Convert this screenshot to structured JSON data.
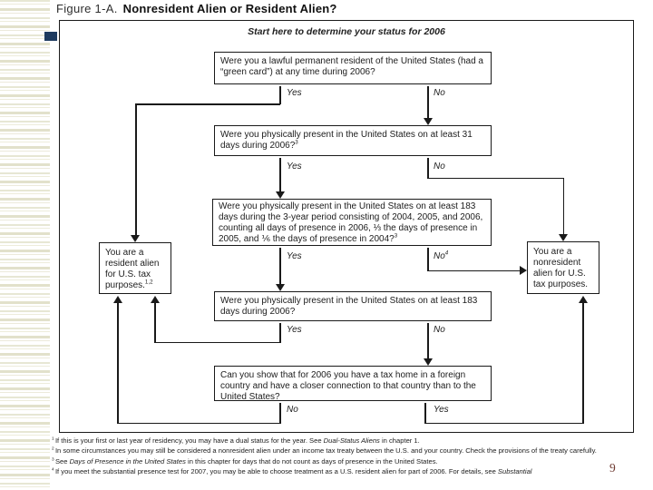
{
  "slide": {
    "figure_label": "Figure 1-A.",
    "figure_title": "Nonresident Alien or Resident Alien?",
    "page_number": "9",
    "colors": {
      "accent_square": "#1d3a5f",
      "stripe": "#e6e6d2",
      "flowchart_line": "#1a1a1a",
      "page_number": "#6e3a31"
    }
  },
  "flowchart": {
    "start_text": "Start here to determine your status for 2006",
    "boxes": {
      "q1": [
        {
          "t": "Were you a lawful permanent resident of the United States (had a “green card”) at any time during 2006?"
        }
      ],
      "q2": [
        {
          "t": "Were you physically present in the United States on at least 31 days during 2006?"
        },
        {
          "t": "3",
          "sup": true
        }
      ],
      "q3": [
        {
          "t": "Were you physically present in the United States on at least 183 days during the 3-year period consisting of 2004, 2005, and 2006, counting all days of presence in 2006, ⅓ the days of presence in 2005, and ⅙ the days of presence in 2004?"
        },
        {
          "t": "3",
          "sup": true
        }
      ],
      "q4": [
        {
          "t": "Were you physically present in the United States on at least 183 days during 2006?"
        }
      ],
      "q5": [
        {
          "t": "Can you show that for 2006 you have a tax home in a foreign country and have a closer connection to that country than to the United States?"
        }
      ],
      "result_resident": [
        {
          "t": "You are a resident alien for U.S. tax purposes."
        },
        {
          "t": "1,2",
          "sup": true
        }
      ],
      "result_nonresident": [
        {
          "t": "You are a nonresident alien for U.S. tax purposes."
        }
      ]
    },
    "labels": {
      "q1_yes": [
        {
          "t": "Yes"
        }
      ],
      "q1_no": [
        {
          "t": "No"
        }
      ],
      "q2_yes": [
        {
          "t": "Yes"
        }
      ],
      "q2_no": [
        {
          "t": "No"
        }
      ],
      "q3_yes": [
        {
          "t": "Yes"
        }
      ],
      "q3_no": [
        {
          "t": "No"
        },
        {
          "t": "4",
          "sup": true
        }
      ],
      "q4_yes": [
        {
          "t": "Yes"
        }
      ],
      "q4_no": [
        {
          "t": "No"
        }
      ],
      "q5_no": [
        {
          "t": "No"
        }
      ],
      "q5_yes": [
        {
          "t": "Yes"
        }
      ]
    }
  },
  "footnotes": [
    [
      {
        "t": "1 ",
        "sup": true
      },
      {
        "t": "If this is your first or last year of residency, you may have a dual status for the year. See "
      },
      {
        "t": "Dual-Status Aliens",
        "i": true
      },
      {
        "t": " in chapter 1."
      }
    ],
    [
      {
        "t": "2 ",
        "sup": true
      },
      {
        "t": "In some circumstances you may still be considered a nonresident alien under an income tax treaty between the U.S. and your country. Check the provisions of the treaty carefully."
      }
    ],
    [
      {
        "t": "3 ",
        "sup": true
      },
      {
        "t": "See "
      },
      {
        "t": "Days of Presence in the United States",
        "i": true
      },
      {
        "t": " in this chapter for days that do not count as days of presence in the United States."
      }
    ],
    [
      {
        "t": "4 ",
        "sup": true
      },
      {
        "t": "If you meet the substantial presence test for 2007, you may be able to choose treatment as a U.S. resident alien for part of 2006. For details, see "
      },
      {
        "t": "Substantial",
        "i": true
      }
    ]
  ]
}
